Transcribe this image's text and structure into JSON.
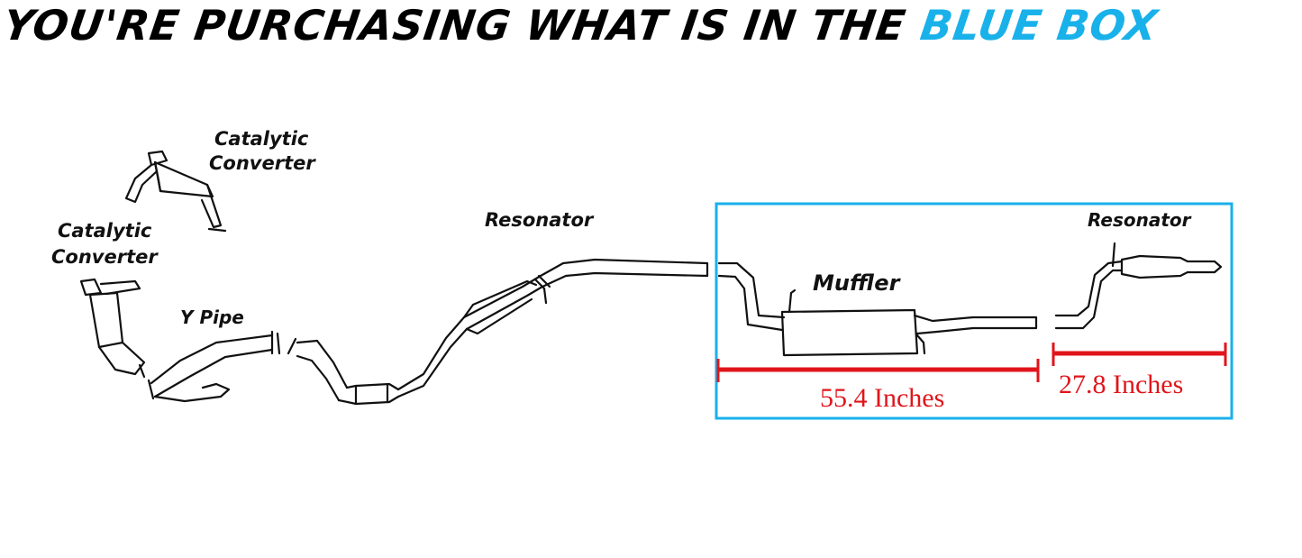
{
  "headline": {
    "part1": "YOU'RE PURCHASING WHAT IS IN THE ",
    "part2": "BLUE BOX"
  },
  "labels": {
    "cat_converter_top_line1": "Catalytic",
    "cat_converter_top_line2": "Converter",
    "cat_converter_left_line1": "Catalytic",
    "cat_converter_left_line2": "Converter",
    "y_pipe": "Y Pipe",
    "resonator_mid": "Resonator",
    "muffler": "Muffler",
    "resonator_right": "Resonator"
  },
  "measurements": {
    "muffler_section": "55.4 Inches",
    "resonator_section": "27.8 Inches"
  },
  "colors": {
    "accent_blue": "#19b1ea",
    "measure_red": "#e0151b",
    "line": "#111111"
  }
}
